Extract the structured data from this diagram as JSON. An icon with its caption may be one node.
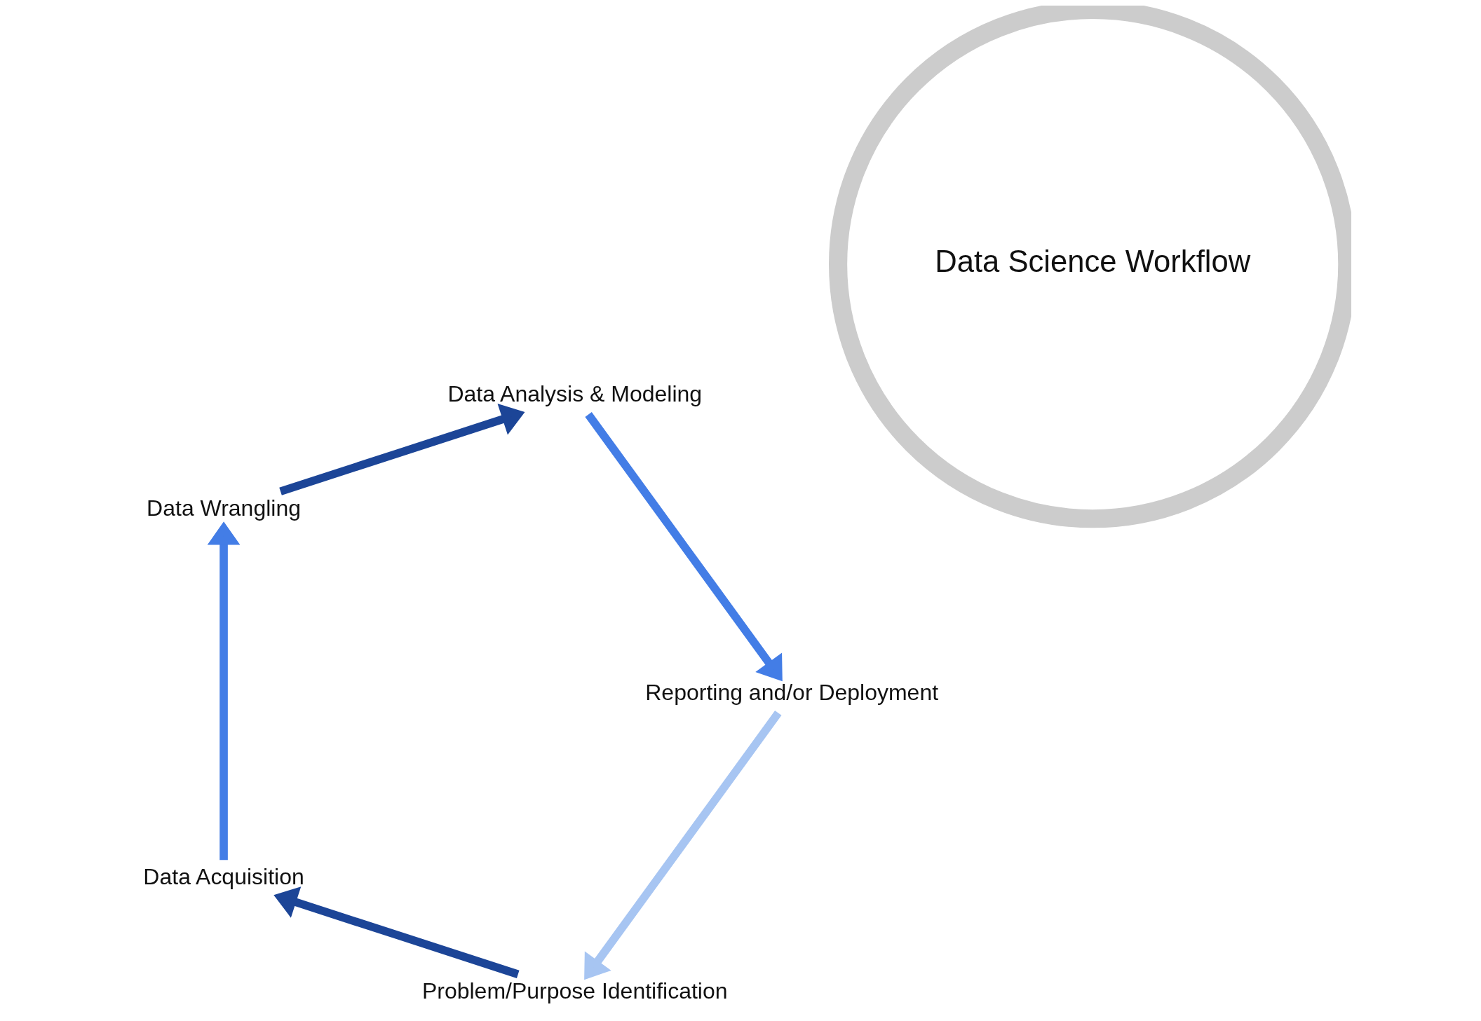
{
  "diagram": {
    "nodes": [
      {
        "text": [
          "Data Science Workflow"
        ]
      },
      {
        "text": [
          "Problem/Purpose Identification"
        ]
      },
      {
        "text": [
          "Data Acquisition"
        ]
      },
      {
        "text": [
          "Data Wrangling"
        ]
      },
      {
        "text": [
          "Data Analysis & Modeling"
        ]
      },
      {
        "text": [
          "Reporting and/or Deployment"
        ]
      }
    ],
    "edges": [
      {
        "from": 1,
        "to": 2,
        "arrow": "to",
        "color": "#1c4597"
      },
      {
        "from": 2,
        "to": 3,
        "arrow": "to",
        "color": "#437de6"
      },
      {
        "from": 3,
        "to": 4,
        "arrow": "to",
        "color": "#1c4597"
      },
      {
        "from": 4,
        "to": 5,
        "arrow": "to",
        "color": "#437de6"
      },
      {
        "from": 5,
        "to": 1,
        "arrow": "to",
        "color": "#a7c5f2"
      }
    ]
  }
}
